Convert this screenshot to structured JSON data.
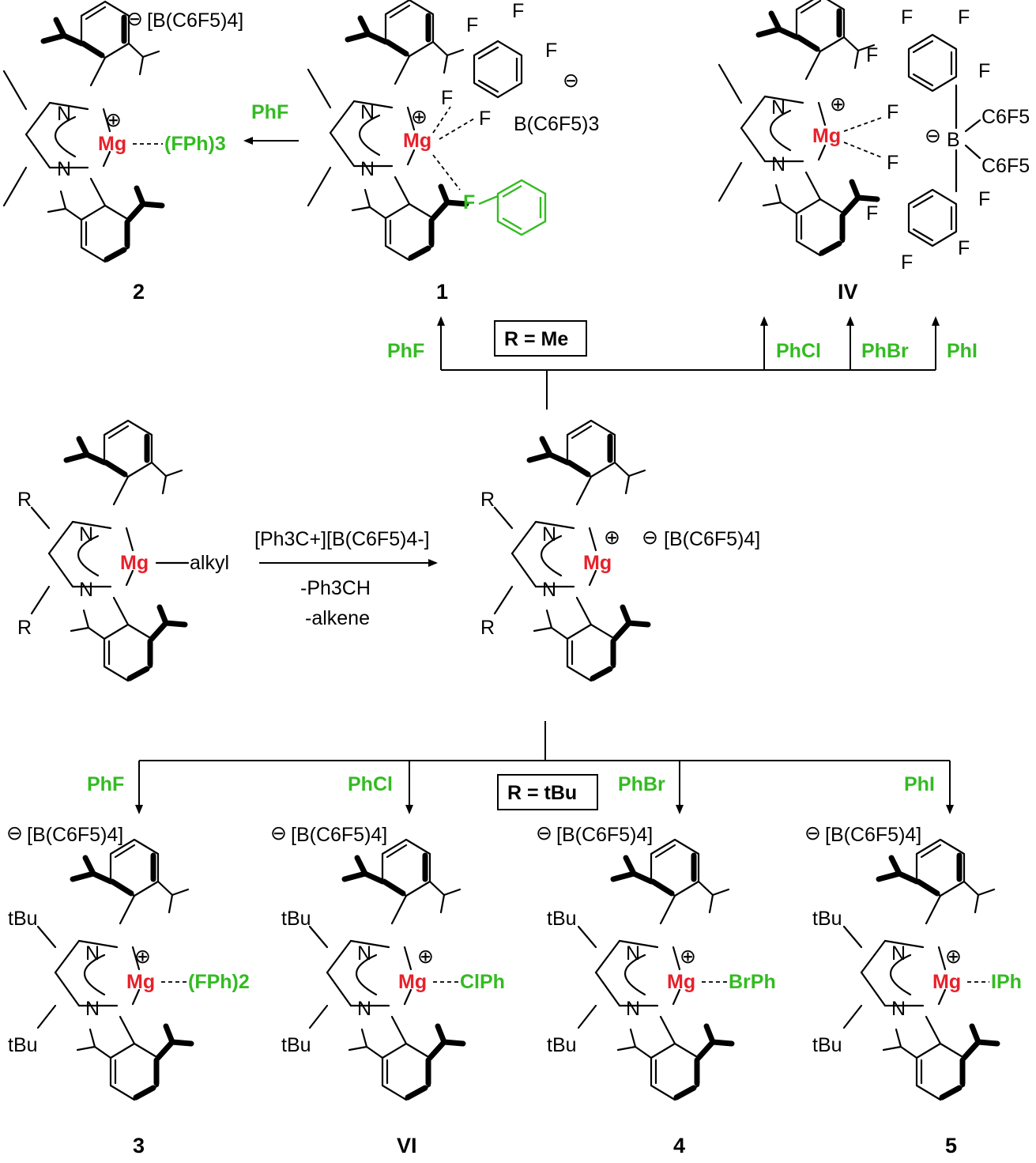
{
  "scheme": {
    "compounds": {
      "c2": {
        "number": "2",
        "anion": "[B(C6F5)4]",
        "ligand": "(FPh)3",
        "metal": "Mg"
      },
      "c1": {
        "number": "1",
        "metal": "Mg",
        "borate": "B(C6F5)3",
        "F": "F",
        "fluorobenzene_F": "F"
      },
      "cIV": {
        "number": "IV",
        "metal": "Mg",
        "C6F5_a": "C6F5",
        "C6F5_b": "C6F5",
        "B": "B",
        "F": "F"
      },
      "start": {
        "metal": "Mg",
        "alkyl": "alkyl",
        "R": "R",
        "N": "N"
      },
      "cation": {
        "metal": "Mg",
        "R": "R",
        "anion": "[B(C6F5)4]"
      },
      "c3": {
        "number": "3",
        "anion": "[B(C6F5)4]",
        "ligand": "(FPh)2",
        "metal": "Mg",
        "sub": "tBu"
      },
      "cVI": {
        "number": "VI",
        "anion": "[B(C6F5)4]",
        "ligand": "ClPh",
        "metal": "Mg",
        "sub": "tBu"
      },
      "c4": {
        "number": "4",
        "anion": "[B(C6F5)4]",
        "ligand": "BrPh",
        "metal": "Mg",
        "sub": "tBu"
      },
      "c5": {
        "number": "5",
        "anion": "[B(C6F5)4]",
        "ligand": "IPh",
        "metal": "Mg",
        "sub": "tBu"
      }
    },
    "reagents": {
      "main_reagent": "[Ph3C+][B(C6F5)4-]",
      "byproduct1": "-Ph3CH",
      "byproduct2": "-alkene",
      "to2": "PhF",
      "top_PhF": "PhF",
      "top_PhCl": "PhCl",
      "top_PhBr": "PhBr",
      "top_PhI": "PhI",
      "bot_PhF": "PhF",
      "bot_PhCl": "PhCl",
      "bot_PhBr": "PhBr",
      "bot_PhI": "PhI"
    },
    "conditions": {
      "r_me": "R = Me",
      "r_tbu": "R = tBu"
    },
    "colors": {
      "reagent": "#33bb22",
      "metal": "#e8202a",
      "ink": "#000000"
    }
  }
}
